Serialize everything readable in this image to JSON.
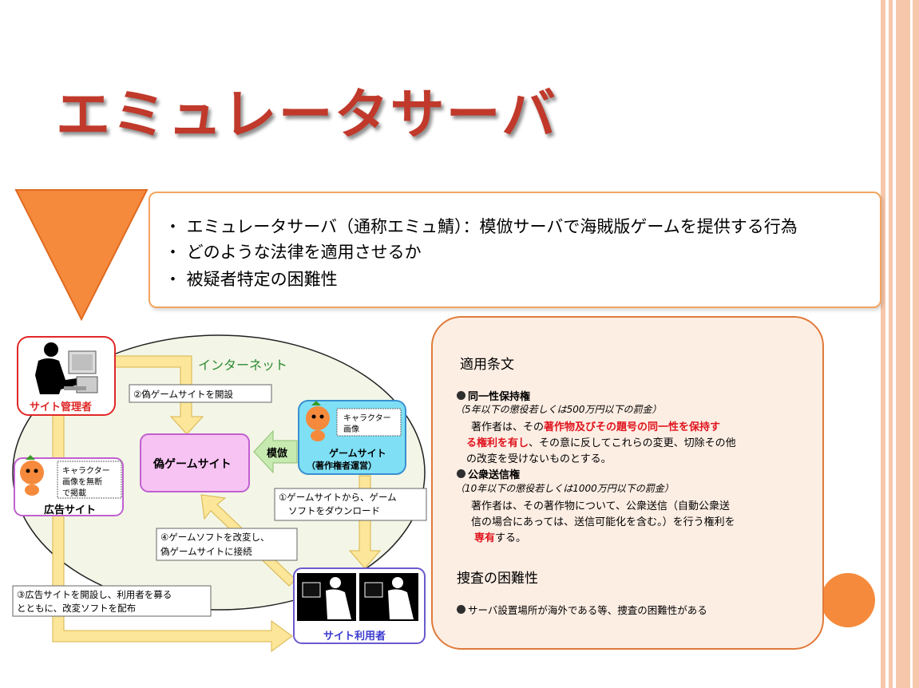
{
  "slide": {
    "title": "エミュレータサーバ",
    "bullets": [
      "・ エミュレータサーバ（通称エミュ鯖）：模倣サーバで海賊版ゲームを提供する行為",
      "・ どのような法律を適用させるか",
      "・ 被疑者特定の困難性"
    ]
  },
  "diagram": {
    "internet_label": "インターネット",
    "site_admin": "サイト管理者",
    "ad_site": "広告サイト",
    "ad_note_lines": [
      "キャラクター",
      "画像を無断",
      "で掲載"
    ],
    "fake_site": "偽ゲームサイト",
    "imitation": "模倣",
    "game_site_lines": [
      "ゲームサイト",
      "（著作権者運営）"
    ],
    "char_note_lines": [
      "キャラクター",
      "画像"
    ],
    "users": "サイト利用者",
    "step1_lines": [
      "①ゲームサイトから、ゲーム",
      "ソフトをダウンロード"
    ],
    "step2": "②偽ゲームサイトを開設",
    "step3_lines": [
      "③広告サイトを開設し、利用者を募る",
      "とともに、改変ソフトを配布"
    ],
    "step4_lines": [
      "④ゲームソフトを改変し、",
      "偽ゲームサイトに接続"
    ]
  },
  "law": {
    "heading": "適用条文",
    "right1_title": "同一性保持権",
    "right1_penalty": "（5年以下の懲役若しくは500万円以下の罰金）",
    "right1_l1_a": "著作者は、その",
    "right1_l1_red": "著作物及びその題号の同一性を保持す",
    "right1_l2_red": "る権利を有し",
    "right1_l2_b": "、その意に反してこれらの変更、切除その他",
    "right1_l3": "の改変を受けないものとする。",
    "right2_title": "公衆送信権",
    "right2_penalty": "（10年以下の懲役若しくは1000万円以下の罰金）",
    "right2_l1": "著作者は、その著作物について、公衆送信（自動公衆送",
    "right2_l2": "信の場合にあっては、送信可能化を含む。）を行う権利を",
    "right2_l3_red": "専有",
    "right2_l3_b": "する。",
    "difficulty_heading": "捜査の困難性",
    "difficulty_text": "サーバ設置場所が海外である等、捜査の困難性がある"
  },
  "colors": {
    "title": "#c0392b",
    "accent_orange": "#f58a3c",
    "arrow_yellow": "#fce69a",
    "fake_site_fill": "#f7c3f3",
    "game_site_fill": "#7fe0f5",
    "law_highlight": "#e0141e"
  }
}
